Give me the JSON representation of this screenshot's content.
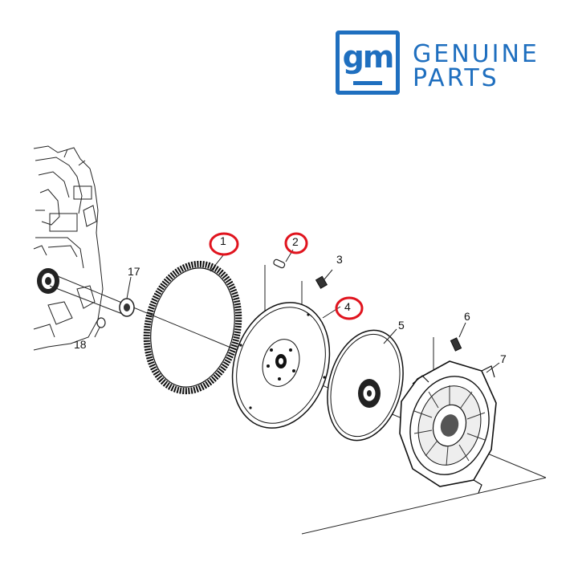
{
  "brand": {
    "logo_text": "gm",
    "line1": "GENUINE",
    "line2": "PARTS",
    "color": "#1f6fbf"
  },
  "diagram": {
    "callouts": [
      "1",
      "2",
      "3",
      "4",
      "5",
      "6",
      "7",
      "17",
      "18"
    ],
    "highlighted_callouts": [
      "1",
      "2",
      "4"
    ],
    "highlight_color": "#e0141e"
  }
}
